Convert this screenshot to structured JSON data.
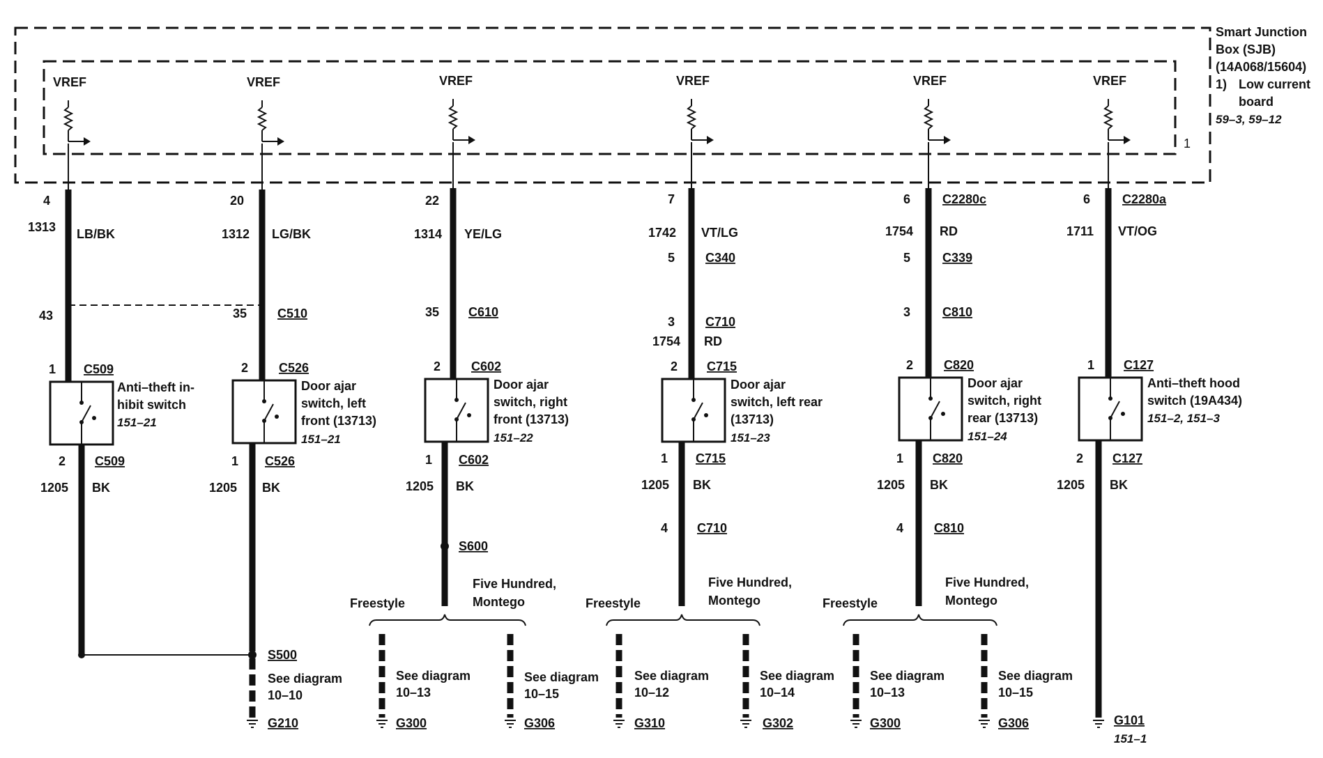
{
  "module": {
    "name_line1": "Smart Junction",
    "name_line2": "Box (SJB)",
    "part": "(14A068/15604)",
    "board_index": "1)",
    "board_line1": "Low current",
    "board_line2": "board",
    "refs": "59–3, 59–12",
    "inner_pin": "1",
    "vref_label": "VREF"
  },
  "columns": [
    {
      "sjb_pin": "4",
      "circuit": "1313",
      "color": "LB/BK",
      "sjb_connector": "",
      "mid_connector": "",
      "mid_pin": "43",
      "switch_pin_top": "1",
      "switch_connector": "C509",
      "switch_name": [
        "Anti–theft in-",
        "hibit switch"
      ],
      "switch_ref": "151–21",
      "switch_pin_bottom": "2",
      "ground_circuit": "1205",
      "ground_color": "BK"
    },
    {
      "sjb_pin": "20",
      "circuit": "1312",
      "color": "LG/BK",
      "sjb_connector": "",
      "mid_connector": "C510",
      "mid_pin": "35",
      "switch_pin_top": "2",
      "switch_connector": "C526",
      "switch_name": [
        "Door ajar",
        "switch, left",
        "front (13713)"
      ],
      "switch_ref": "151–21",
      "switch_pin_bottom": "1",
      "ground_circuit": "1205",
      "ground_color": "BK"
    },
    {
      "sjb_pin": "22",
      "circuit": "1314",
      "color": "YE/LG",
      "sjb_connector": "",
      "mid_connector": "C610",
      "mid_pin": "35",
      "switch_pin_top": "2",
      "switch_connector": "C602",
      "switch_name": [
        "Door ajar",
        "switch, right",
        "front (13713)"
      ],
      "switch_ref": "151–22",
      "switch_pin_bottom": "1",
      "ground_circuit": "1205",
      "ground_color": "BK"
    },
    {
      "sjb_pin": "7",
      "circuit": "1742",
      "color": "VT/LG",
      "sjb_connector": "",
      "c1_pin": "5",
      "c1_connector": "C340",
      "mid_connector": "C710",
      "mid_pin": "3",
      "extra_circuit": "1754",
      "extra_color": "RD",
      "switch_pin_top": "2",
      "switch_connector": "C715",
      "switch_name": [
        "Door ajar",
        "switch, left rear",
        "(13713)"
      ],
      "switch_ref": "151–23",
      "switch_pin_bottom": "1",
      "ground_circuit": "1205",
      "ground_color": "BK",
      "lower_pin": "4",
      "lower_connector": "C710"
    },
    {
      "sjb_pin": "6",
      "circuit": "1754",
      "color": "RD",
      "sjb_connector": "C2280c",
      "c1_pin": "5",
      "c1_connector": "C339",
      "mid_connector": "C810",
      "mid_pin": "3",
      "switch_pin_top": "2",
      "switch_connector": "C820",
      "switch_name": [
        "Door ajar",
        "switch, right",
        "rear (13713)"
      ],
      "switch_ref": "151–24",
      "switch_pin_bottom": "1",
      "ground_circuit": "1205",
      "ground_color": "BK",
      "lower_pin": "4",
      "lower_connector": "C810"
    },
    {
      "sjb_pin": "6",
      "circuit": "1711",
      "color": "VT/OG",
      "sjb_connector": "C2280a",
      "mid_connector": "",
      "mid_pin": "",
      "switch_pin_top": "1",
      "switch_connector": "C127",
      "switch_name": [
        "Anti–theft hood",
        "switch (19A434)"
      ],
      "switch_ref": "151–2, 151–3",
      "switch_pin_bottom": "2",
      "ground_circuit": "1205",
      "ground_color": "BK"
    }
  ],
  "splices": {
    "s500": "S500",
    "s600": "S600"
  },
  "branches": {
    "freestyle": "Freestyle",
    "five_hundred": "Five Hundred,",
    "montego": "Montego"
  },
  "see_diagram": "See diagram",
  "grounds": {
    "c1": {
      "label": "G210",
      "diagram": "10–10"
    },
    "c3a": {
      "label": "G300",
      "diagram": "10–13"
    },
    "c3b": {
      "label": "G306",
      "diagram": "10–15"
    },
    "c4a": {
      "label": "G310",
      "diagram": "10–12"
    },
    "c4b": {
      "label": "G302",
      "diagram": "10–14"
    },
    "c5a": {
      "label": "G300",
      "diagram": "10–13"
    },
    "c5b": {
      "label": "G306",
      "diagram": "10–15"
    },
    "c6": {
      "label": "G101",
      "ref": "151–1"
    }
  }
}
